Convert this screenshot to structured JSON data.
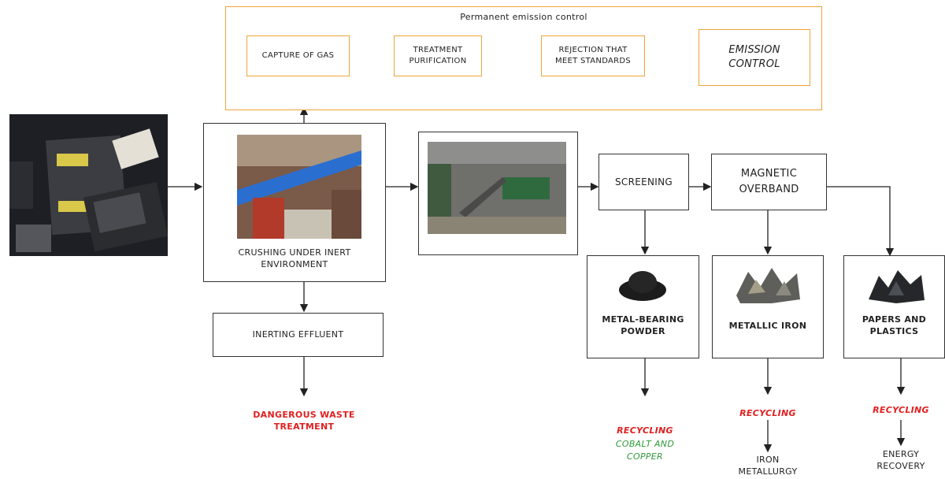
{
  "emission_group": {
    "title": "Permanent emission control",
    "steps": [
      "CAPTURE OF GAS",
      "TREATMENT\nPURIFICATION",
      "REJECTION THAT\nMEET STANDARDS",
      "EMISSION\nCONTROL"
    ]
  },
  "process": {
    "crushing": "CRUSHING UNDER INERT\nENVIRONMENT",
    "inerting": "INERTING EFFLUENT",
    "dangerous_waste": "DANGEROUS WASTE\nTREATMENT",
    "screening": "SCREENING",
    "magnetic": "MAGNETIC\nOVERBAND"
  },
  "outputs": {
    "powder": "METAL-BEARING\nPOWDER",
    "iron": "METALLIC IRON",
    "papers": "PAPERS AND\nPLASTICS"
  },
  "recycling": {
    "powder_recycling": "RECYCLING",
    "powder_detail": "COBALT AND\nCOPPER",
    "iron_recycling": "RECYCLING",
    "iron_detail": "IRON\nMETALLURGY",
    "papers_recycling": "RECYCLING",
    "papers_detail": "ENERGY\nRECOVERY"
  },
  "colors": {
    "accent_orange": "#f0a23a",
    "recycling_red": "#e02020",
    "detail_green": "#2f9a3a",
    "line": "#222222"
  }
}
